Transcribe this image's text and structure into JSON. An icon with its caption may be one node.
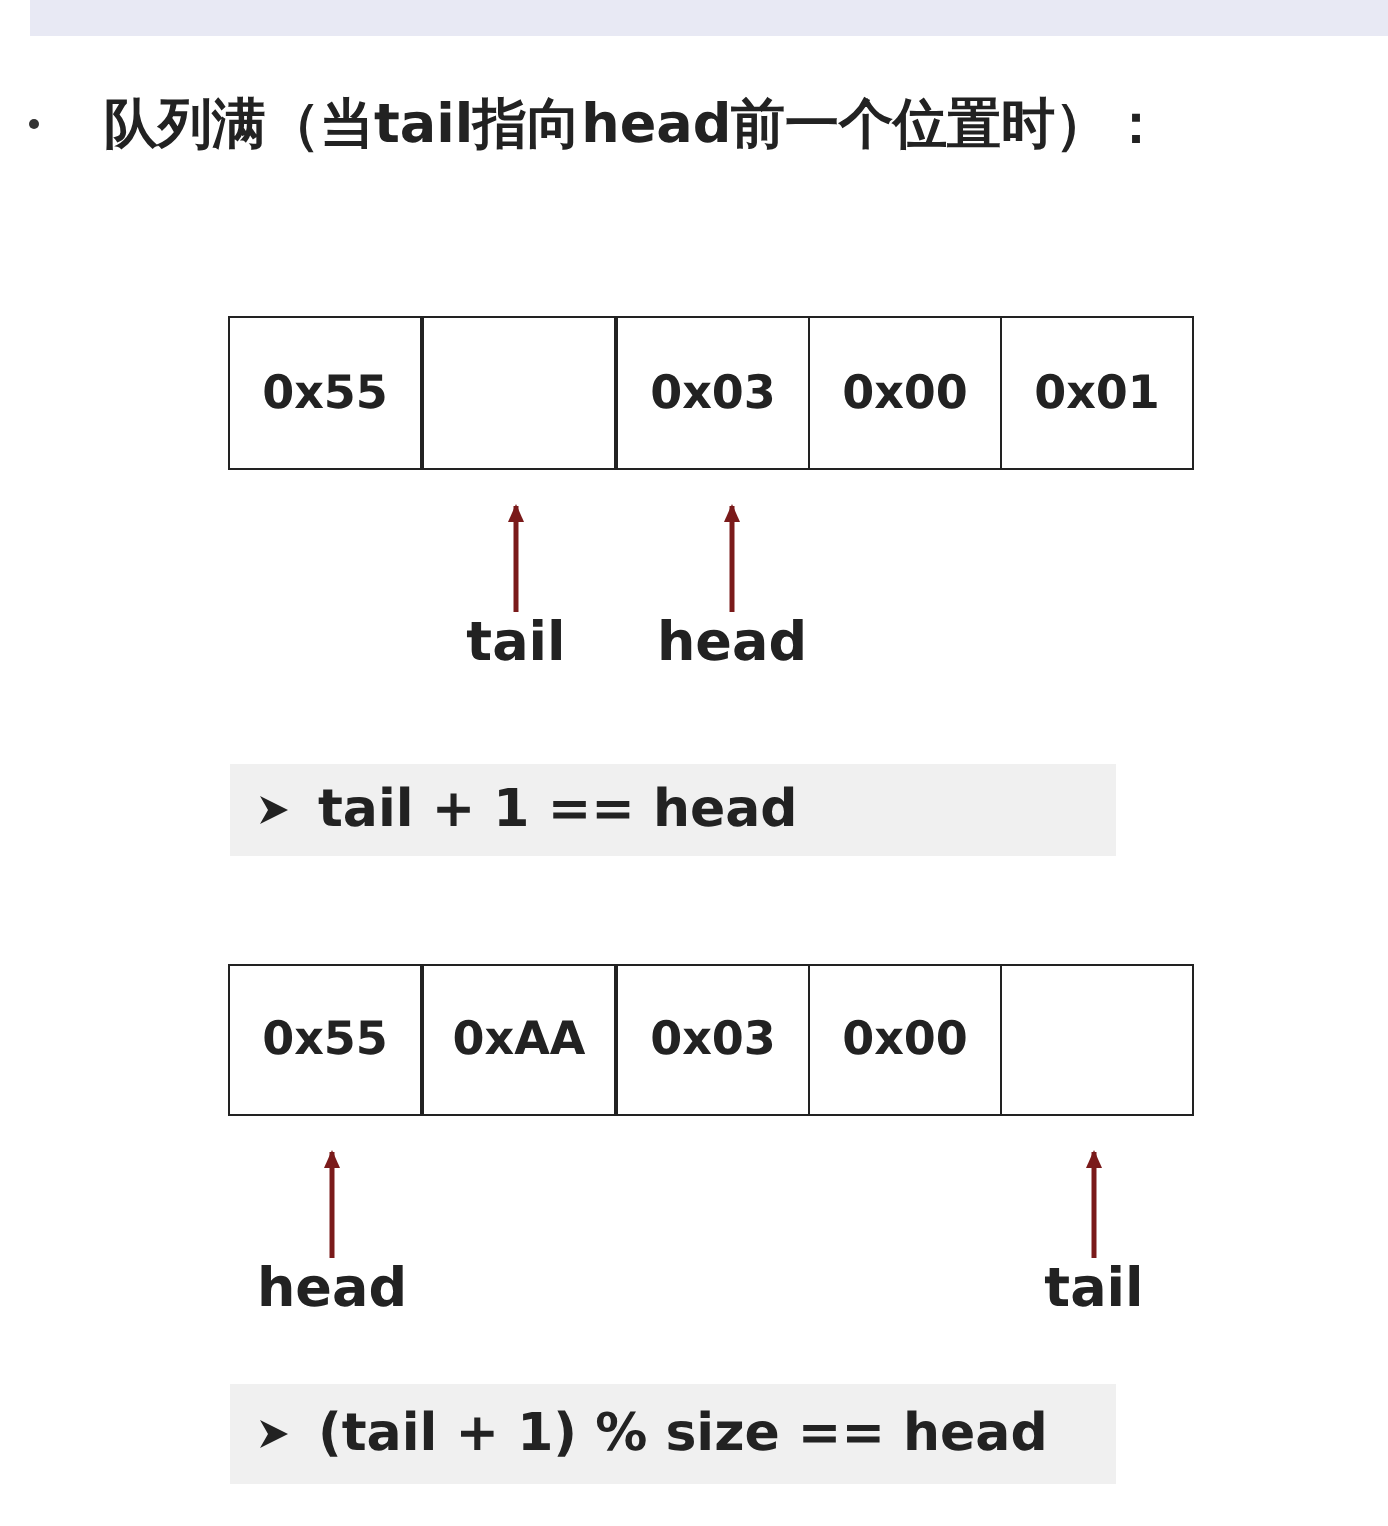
{
  "diagram": {
    "title": "队列满（当tail指向head前一个位置时）：",
    "nodes": [
      {
        "text": [
          "0x55"
        ]
      },
      {
        "text": [],
        "shape": "box"
      },
      {
        "text": [
          "0x03"
        ]
      },
      {
        "text": [
          "0x00"
        ]
      },
      {
        "text": [
          "0x01"
        ]
      },
      {
        "text": [
          "tail"
        ]
      },
      {
        "text": [
          "head"
        ]
      },
      {
        "text": [
          "0x55"
        ]
      },
      {
        "text": [
          "0xAA"
        ]
      },
      {
        "text": [
          "0x03"
        ]
      },
      {
        "text": [
          "0x00"
        ]
      },
      {
        "text": [],
        "shape": "box"
      },
      {
        "text": [
          "head"
        ]
      },
      {
        "text": [
          "tail"
        ]
      }
    ],
    "edges": [
      {
        "from": 5,
        "to": 1,
        "arrow": "to"
      },
      {
        "from": 6,
        "to": 2,
        "arrow": "to"
      },
      {
        "from": 12,
        "to": 7,
        "arrow": "to"
      },
      {
        "from": 13,
        "to": 11,
        "arrow": "to"
      }
    ],
    "labels": [
      "tail + 1 == head",
      "(tail + 1) % size == head"
    ]
  }
}
